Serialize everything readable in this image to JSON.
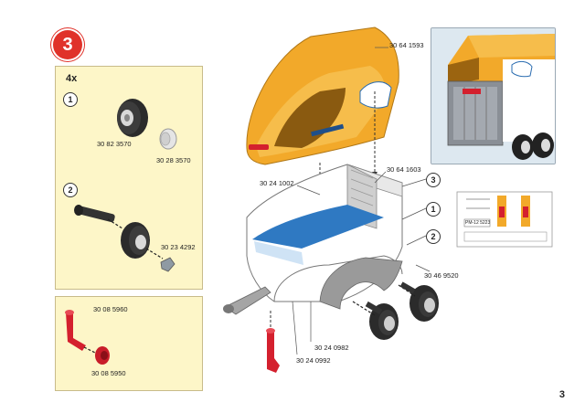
{
  "step": {
    "number": "3"
  },
  "page": {
    "number": "3"
  },
  "panel_top": {
    "quantity": "4x",
    "substep": "1",
    "parts": [
      "30 82 3570",
      "30 28 3570"
    ]
  },
  "panel_mid": {
    "substep": "2",
    "parts": [
      "30 23 4292"
    ]
  },
  "panel_bottom": {
    "parts": [
      "30 08 5960",
      "30 08 5950"
    ]
  },
  "main": {
    "parts": {
      "roof": "30 64 1593",
      "body_inner": "30 24 1002",
      "side_panel": "30 64 1603",
      "fender": "30 46 9520",
      "axle_a": "30 24 0982",
      "axle_b": "30 24 0992"
    },
    "callouts": [
      "3",
      "1",
      "2"
    ]
  },
  "sticker_sheet": {
    "label": "PM-12 5223"
  },
  "colors": {
    "step_badge": "#e0322a",
    "panel_bg": "#fdf6c8",
    "roof": "#f2a92a",
    "tire": "#2b2b2b",
    "red_part": "#d4202e"
  }
}
